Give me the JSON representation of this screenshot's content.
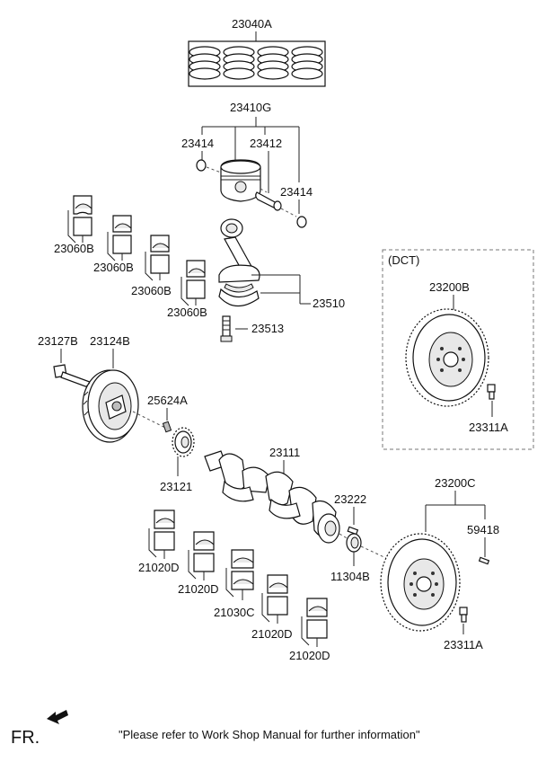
{
  "labels": {
    "piston_ring_set": "23040A",
    "piston_assy": "23410G",
    "snap_ring_left": "23414",
    "piston_pin": "23412",
    "snap_ring_right": "23414",
    "conrod_bearing_1": "23060B",
    "conrod_bearing_2": "23060B",
    "conrod_bearing_3": "23060B",
    "conrod_bearing_4": "23060B",
    "connecting_rod": "23510",
    "conrod_bolt": "23513",
    "dct_heading": "(DCT)",
    "dct_flywheel": "23200B",
    "dct_flywheel_bolt": "23311A",
    "pulley_bolt": "23127B",
    "damper_pulley": "23124B",
    "key": "25624A",
    "sprocket": "23121",
    "crankshaft": "23111",
    "pilot_bushing": "23222",
    "oil_seal": "11304B",
    "flywheel": "23200C",
    "dowel_pin": "59418",
    "flywheel_bolt": "23311A",
    "main_bearing_1": "21020D",
    "main_bearing_2": "21020D",
    "thrust_bearing": "21030C",
    "main_bearing_3": "21020D",
    "main_bearing_4": "21020D"
  },
  "footer": {
    "front_marker": "FR.",
    "note": "\"Please refer to Work Shop Manual for further information\""
  }
}
